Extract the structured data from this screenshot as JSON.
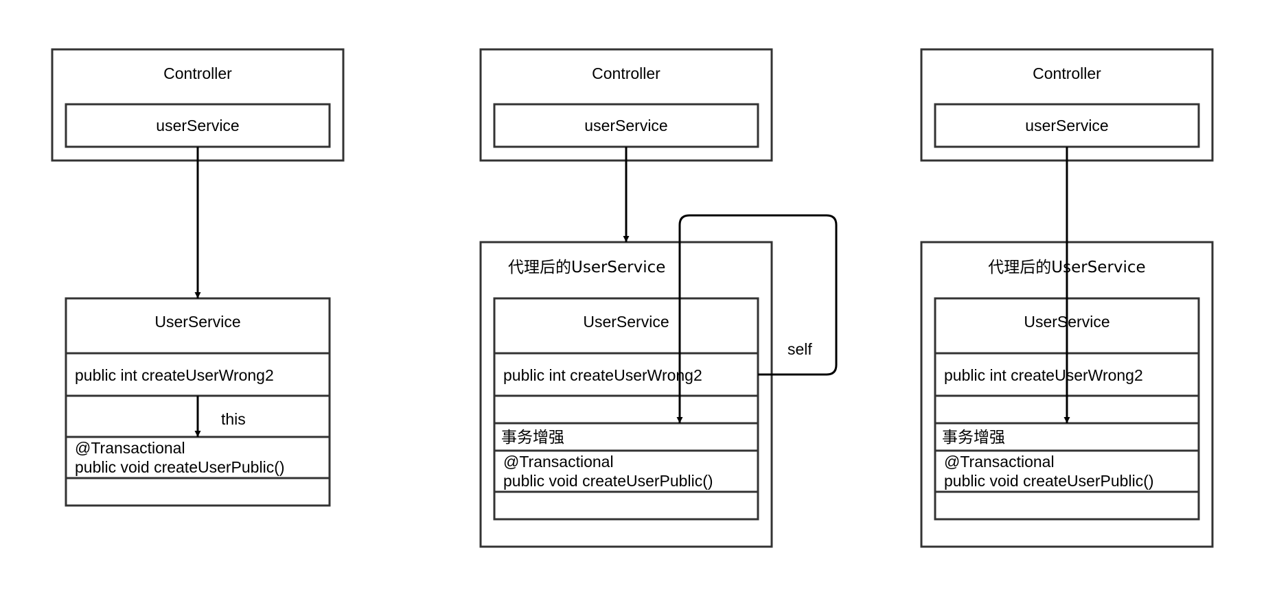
{
  "diagrams": [
    {
      "controller_label": "Controller",
      "field_label": "userService",
      "service_label": "UserService",
      "method_label": "public int createUserWrong2",
      "call_label": "this",
      "annotation_label": "@Transactional",
      "target_method_label": "public void createUserPublic()"
    },
    {
      "controller_label": "Controller",
      "field_label": "userService",
      "proxy_label": "代理后的UserService",
      "service_label": "UserService",
      "method_label": "public int createUserWrong2",
      "call_label": "self",
      "enhancement_label": "事务增强",
      "annotation_label": "@Transactional",
      "target_method_label": "public void createUserPublic()"
    },
    {
      "controller_label": "Controller",
      "field_label": "userService",
      "proxy_label": "代理后的UserService",
      "service_label": "UserService",
      "method_label": "public int createUserWrong2",
      "enhancement_label": "事务增强",
      "annotation_label": "@Transactional",
      "target_method_label": "public void createUserPublic()"
    }
  ],
  "colors": {
    "box_stroke": "#333333",
    "arrow": "#000000",
    "background": "#ffffff"
  }
}
